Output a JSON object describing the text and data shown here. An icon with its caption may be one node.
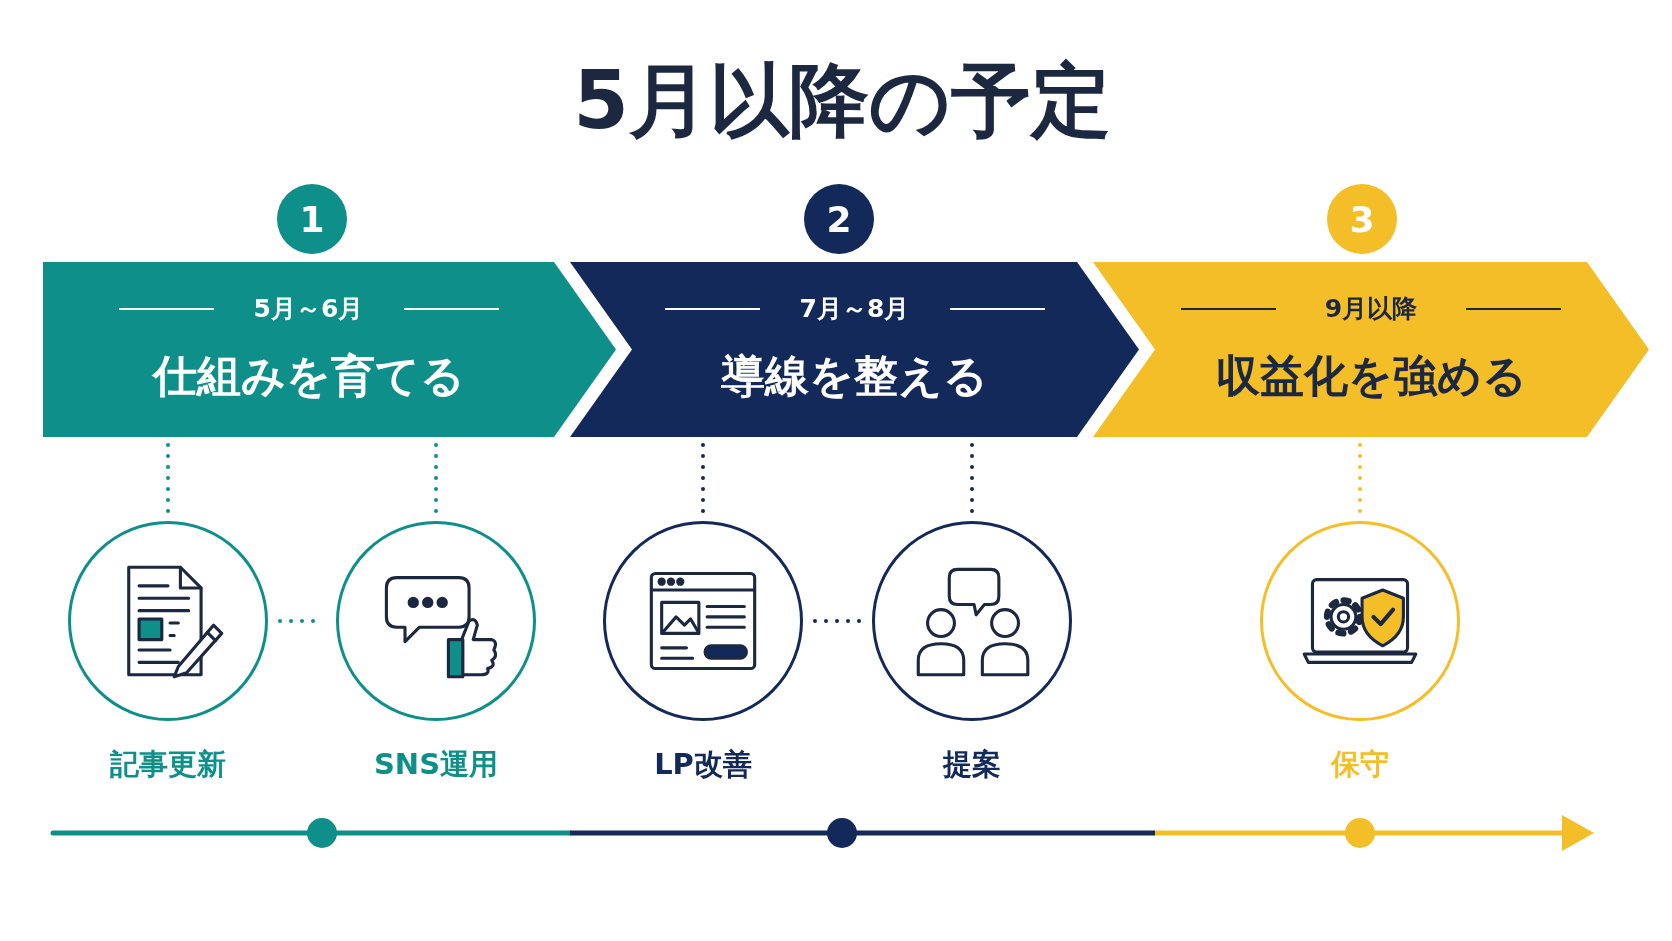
{
  "diagram": {
    "title": "5月以降の予定",
    "nodes": [
      {
        "text": [
          "1"
        ]
      },
      {
        "text": [
          "2"
        ]
      },
      {
        "text": [
          "3"
        ]
      },
      {
        "text": [
          "5月～6月",
          "仕組みを育てる"
        ]
      },
      {
        "text": [
          "7月～8月",
          "導線を整える"
        ]
      },
      {
        "text": [
          "9月以降",
          "収益化を強める"
        ]
      },
      {
        "text": [],
        "shape": "circle",
        "beside": [
          "記事更新"
        ]
      },
      {
        "text": [],
        "shape": "circle",
        "beside": [
          "SNS運用"
        ]
      },
      {
        "text": [],
        "shape": "circle",
        "beside": [
          "LP改善"
        ]
      },
      {
        "text": [],
        "shape": "circle",
        "beside": [
          "提案"
        ]
      },
      {
        "text": [],
        "shape": "circle",
        "beside": [
          "保守"
        ]
      }
    ],
    "edges": [
      {
        "from": 3,
        "to": 6,
        "arrow": "none",
        "style": "dashed",
        "color": "#0e8f8a"
      },
      {
        "from": 3,
        "to": 7,
        "arrow": "none",
        "style": "dashed",
        "color": "#0e8f8a"
      },
      {
        "from": 6,
        "to": 7,
        "arrow": "none",
        "style": "dashed",
        "color": "#0e8f8a"
      },
      {
        "from": 4,
        "to": 8,
        "arrow": "none",
        "style": "dashed",
        "color": "#13295a"
      },
      {
        "from": 4,
        "to": 9,
        "arrow": "none",
        "style": "dashed",
        "color": "#13295a"
      },
      {
        "from": 8,
        "to": 9,
        "arrow": "none",
        "style": "dashed",
        "color": "#13295a"
      },
      {
        "from": 5,
        "to": 10,
        "arrow": "none",
        "style": "dashed",
        "color": "#f4be28"
      }
    ]
  }
}
